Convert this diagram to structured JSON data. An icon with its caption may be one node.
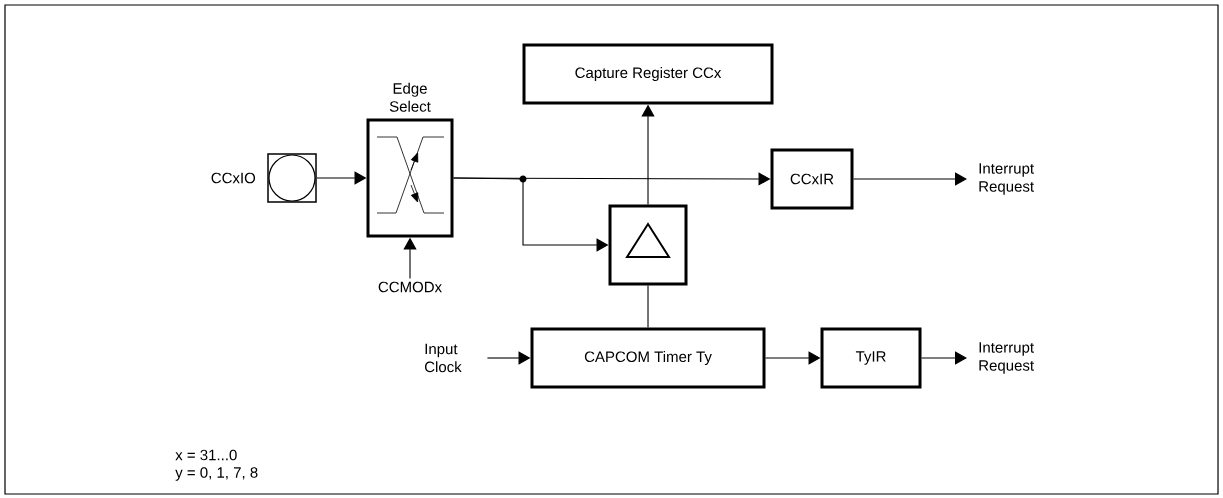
{
  "diagram": {
    "nodes": [
      {
        "text": [],
        "shape": "box",
        "beside": [
          "CCxIO"
        ]
      },
      {
        "text": [
          "Edge Select"
        ]
      },
      {
        "text": [
          "Capture Register CCx"
        ]
      },
      {
        "text": [
          "CCxIR"
        ]
      },
      {
        "text": [
          "Interrupt Request"
        ]
      },
      {
        "text": [],
        "shape": "box"
      },
      {
        "text": [
          "CCMODx"
        ]
      },
      {
        "text": [
          "Input Clock"
        ]
      },
      {
        "text": [
          "CAPCOM Timer Ty"
        ]
      },
      {
        "text": [
          "TyIR"
        ]
      },
      {
        "text": [
          "Interrupt Request"
        ]
      }
    ],
    "edges": [
      {
        "from": 0,
        "to": 1,
        "arrow": "to"
      },
      {
        "from": 6,
        "to": 1,
        "arrow": "to"
      },
      {
        "from": 1,
        "to": 3,
        "arrow": "to"
      },
      {
        "from": 1,
        "to": 5,
        "arrow": "to"
      },
      {
        "from": 5,
        "to": 2,
        "arrow": "to"
      },
      {
        "from": 3,
        "to": 4,
        "arrow": "to"
      },
      {
        "from": 7,
        "to": 8,
        "arrow": "to"
      },
      {
        "from": 8,
        "to": 5,
        "arrow": "none"
      },
      {
        "from": 8,
        "to": 9,
        "arrow": "to"
      },
      {
        "from": 9,
        "to": 10,
        "arrow": "to"
      }
    ],
    "labels": [
      "x = 31...0",
      "y = 0, 1, 7, 8"
    ]
  }
}
